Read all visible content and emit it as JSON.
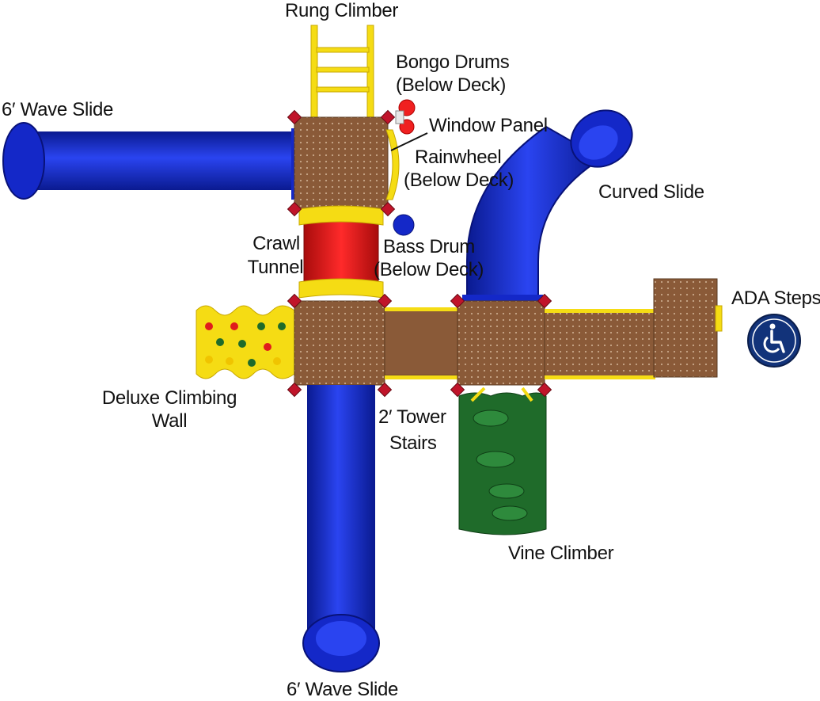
{
  "labels": {
    "rung_climber": "Rung Climber",
    "bongo_drums_1": "Bongo Drums",
    "bongo_drums_2": "(Below Deck)",
    "wave_slide_top": "6′ Wave Slide",
    "window_panel": "Window Panel",
    "rainwheel_1": "Rainwheel",
    "rainwheel_2": "(Below Deck)",
    "curved_slide": "Curved Slide",
    "crawl_tunnel_1": "Crawl",
    "crawl_tunnel_2": "Tunnel",
    "bass_drum_1": "Bass Drum",
    "bass_drum_2": "(Below Deck)",
    "ada_steps": "ADA Steps",
    "climbing_wall_1": "Deluxe Climbing",
    "climbing_wall_2": "Wall",
    "tower_stairs_1": "2′ Tower",
    "tower_stairs_2": "Stairs",
    "vine_climber": "Vine Climber",
    "wave_slide_bottom": "6′ Wave Slide"
  },
  "icons": {
    "accessibility": "wheelchair-icon"
  },
  "colors": {
    "slide_blue": "#1428c8",
    "deck_brown": "#8a5a38",
    "frame_yellow": "#f5dc14",
    "tunnel_red": "#e01c1c",
    "vine_green": "#1f6b2a",
    "clamp_red": "#c0142a",
    "ada_badge_blue": "#12337a"
  }
}
